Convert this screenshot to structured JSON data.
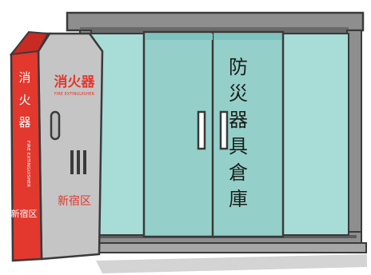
{
  "storage": {
    "name_chars": [
      "防",
      "災",
      "器",
      "具",
      "倉",
      "庫"
    ]
  },
  "extinguisher_box": {
    "side_title_chars": [
      "消",
      "火",
      "器"
    ],
    "side_english": "FIRE EXTINGUISHER",
    "side_ward": "新宿区",
    "front_title": "消火器",
    "front_english": "FIRE EXTINGUISHER",
    "front_ward": "新宿区"
  },
  "colors": {
    "outline": "#3a3a3a",
    "frame_gray": "#8e8e8e",
    "frame_dark": "#5c5c5c",
    "glass_light": "#a8dcd6",
    "glass_mid": "#94d0c9",
    "box_red": "#e2382e",
    "box_gray": "#c5c5c5",
    "ground_shadow": "#d4d4d4"
  }
}
